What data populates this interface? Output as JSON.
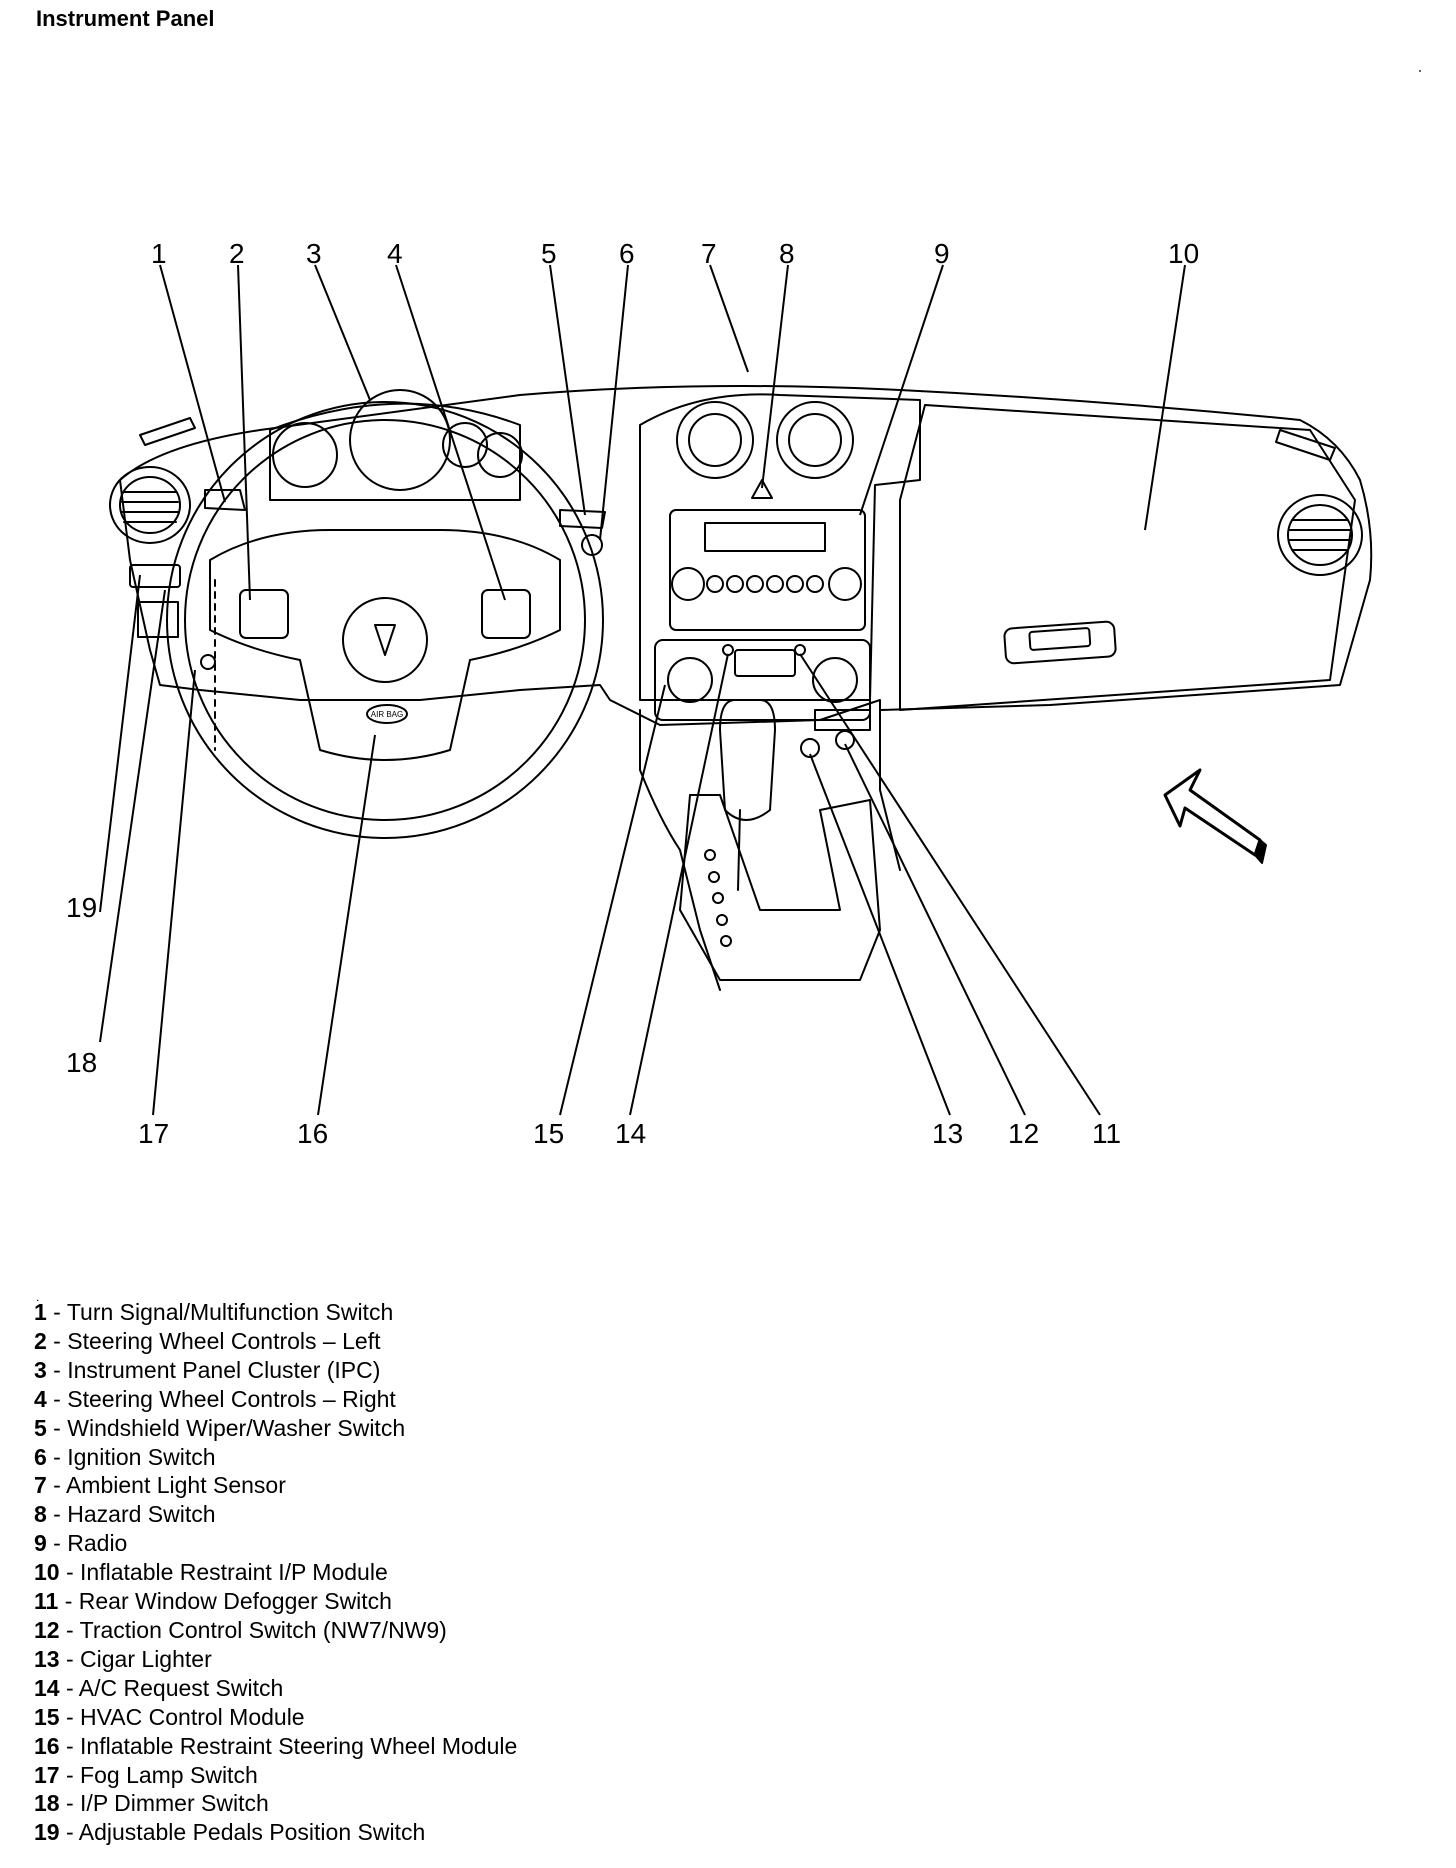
{
  "title": "Instrument Panel",
  "callouts": [
    "1",
    "2",
    "3",
    "4",
    "5",
    "6",
    "7",
    "8",
    "9",
    "10",
    "11",
    "12",
    "13",
    "14",
    "15",
    "16",
    "17",
    "18",
    "19"
  ],
  "legend": [
    {
      "number": "1",
      "label": "Turn Signal/Multifunction Switch"
    },
    {
      "number": "2",
      "label": "Steering Wheel Controls – Left"
    },
    {
      "number": "3",
      "label": "Instrument Panel Cluster (IPC)"
    },
    {
      "number": "4",
      "label": "Steering Wheel Controls – Right"
    },
    {
      "number": "5",
      "label": "Windshield Wiper/Washer Switch"
    },
    {
      "number": "6",
      "label": "Ignition Switch"
    },
    {
      "number": "7",
      "label": "Ambient Light Sensor"
    },
    {
      "number": "8",
      "label": "Hazard Switch"
    },
    {
      "number": "9",
      "label": "Radio"
    },
    {
      "number": "10",
      "label": "Inflatable Restraint I/P Module"
    },
    {
      "number": "11",
      "label": "Rear Window Defogger Switch"
    },
    {
      "number": "12",
      "label": "Traction Control Switch (NW7/NW9)"
    },
    {
      "number": "13",
      "label": "Cigar Lighter"
    },
    {
      "number": "14",
      "label": "A/C Request Switch"
    },
    {
      "number": "15",
      "label": "HVAC Control Module"
    },
    {
      "number": "16",
      "label": "Inflatable Restraint Steering Wheel Module"
    },
    {
      "number": "17",
      "label": "Fog Lamp Switch"
    },
    {
      "number": "18",
      "label": "I/P Dimmer Switch"
    },
    {
      "number": "19",
      "label": "Adjustable Pedals Position Switch"
    }
  ],
  "legend_separator": " - ",
  "airbag_text": "AIR BAG"
}
